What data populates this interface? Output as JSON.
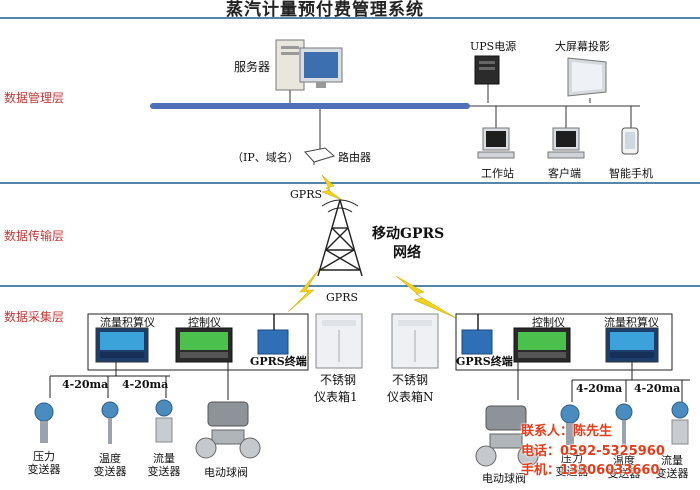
{
  "title": "蒸汽计量预付费管理系统",
  "layers": {
    "management": "数据管理层",
    "transmission": "数据传输层",
    "collection": "数据采集层"
  },
  "labels": {
    "server": "服务器",
    "ups": "UPS电源",
    "big_screen": "大屏幕投影",
    "workstation": "工作站",
    "client": "客户端",
    "smartphone": "智能手机",
    "ip_domain": "（IP、域名）",
    "router": "路由器",
    "gprs_top": "GPRS",
    "mobile_gprs_line1": "移动GPRS",
    "mobile_gprs_line2": "网络",
    "gprs_mid": "GPRS",
    "flow_totalizer_left": "流量积算仪",
    "controller_left": "控制仪",
    "gprs_terminal_left": "GPRS终端",
    "cabinet1_line1": "不锈钢",
    "cabinet1_line2": "仪表箱1",
    "cabinetN_line1": "不锈钢",
    "cabinetN_line2": "仪表箱N",
    "controller_right": "控制仪",
    "flow_totalizer_right": "流量积算仪",
    "gprs_terminal_right": "GPRS终端",
    "signal_a": "4-20ma",
    "signal_b": "4-20ma",
    "signal_c": "4-20ma",
    "signal_d": "4-20ma",
    "pressure_l1": "压力",
    "pressure_l2": "变送器",
    "temp_l1": "温度",
    "temp_l2": "变送器",
    "flow_l1": "流量",
    "flow_l2": "变送器",
    "valve_left": "电动球阀",
    "valve_right": "电动球阀",
    "r_pressure_l1": "压力",
    "r_pressure_l2": "变送器",
    "r_temp_l1": "温度",
    "r_temp_l2": "变送器",
    "r_flow_l1": "流量",
    "r_flow_l2": "变送器"
  },
  "contact": {
    "person": "联系人：陈先生",
    "phone": "电话：0592-5325960",
    "mobile": "手机：13306033660"
  },
  "colors": {
    "divider": "#1f5d8f",
    "layer_text": "#c03a3a",
    "bus": "#4f6fb8",
    "lightning": "#f2d21b",
    "contact": "#e53d1b"
  }
}
